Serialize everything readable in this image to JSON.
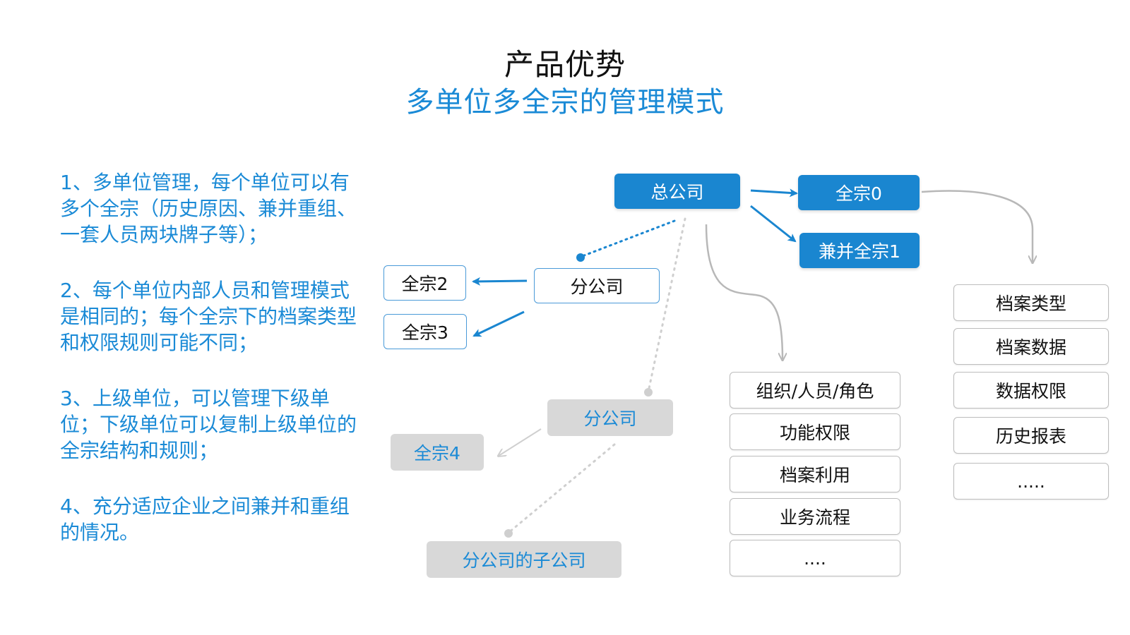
{
  "title": "产品优势",
  "subtitle": "多单位多全宗的管理模式",
  "points": [
    "1、多单位管理，每个单位可以有多个全宗（历史原因、兼并重组、一套人员两块牌子等）；",
    "2、每个单位内部人员和管理模式是相同的；每个全宗下的档案类型和权限规则可能不同；",
    "3、上级单位，可以管理下级单位；下级单位可以复制上级单位的全宗结构和规则；",
    "4、充分适应企业之间兼并和重组的情况。"
  ],
  "nodes": {
    "head_office": "总公司",
    "fonds0": "全宗0",
    "merged_fonds1": "兼并全宗1",
    "branch": "分公司",
    "fonds2": "全宗2",
    "fonds3": "全宗3",
    "branch_grey": "分公司",
    "fonds4": "全宗4",
    "branch_subsidiary": "分公司的子公司"
  },
  "middle_list": [
    "组织/人员/角色",
    "功能权限",
    "档案利用",
    "业务流程",
    "...."
  ],
  "right_list": [
    "档案类型",
    "档案数据",
    "数据权限",
    "历史报表",
    "....."
  ],
  "colors": {
    "accent_blue": "#1a86d0",
    "text_blue": "#1a8ad6",
    "grey_box": "#d8d8d8",
    "arrow_grey": "#bdbdbd"
  }
}
